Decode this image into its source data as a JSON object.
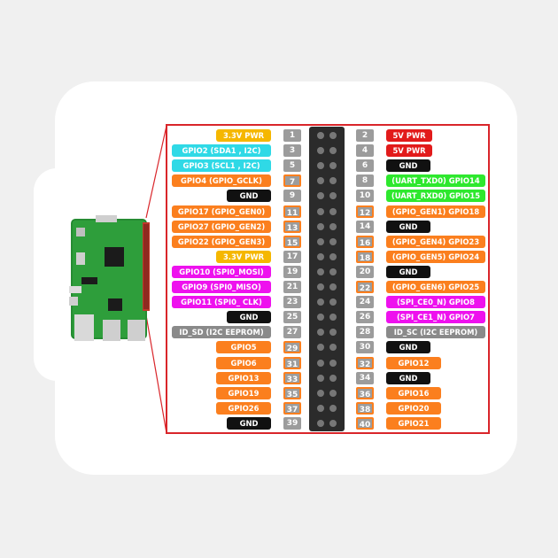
{
  "colors": {
    "power_3v3": "#f5b700",
    "power_5v": "#e21b1b",
    "ground": "#111111",
    "i2c": "#2fd9e6",
    "uart": "#2ee82e",
    "spi": "#ee11ee",
    "id_eeprom": "#8a8a8a",
    "gpio": "#fb7f1e",
    "pin_number_fill": "#9c9c9c",
    "pin_number_highlight": "#fb7f1e",
    "panel_border": "#d9252a"
  },
  "header": {
    "pins": [
      {
        "pin": "1",
        "label": "3.3V PWR",
        "type": "power_3v3",
        "highlight": false
      },
      {
        "pin": "2",
        "label": "5V PWR",
        "type": "power_5v",
        "highlight": false
      },
      {
        "pin": "3",
        "label": "GPIO2 (SDA1 , I2C)",
        "type": "i2c",
        "highlight": false
      },
      {
        "pin": "4",
        "label": "5V PWR",
        "type": "power_5v",
        "highlight": false
      },
      {
        "pin": "5",
        "label": "GPIO3 (SCL1 , I2C)",
        "type": "i2c",
        "highlight": false
      },
      {
        "pin": "6",
        "label": "GND",
        "type": "ground",
        "highlight": false
      },
      {
        "pin": "7",
        "label": "GPIO4 (GPIO_GCLK)",
        "type": "gpio",
        "highlight": true
      },
      {
        "pin": "8",
        "label": "(UART_TXD0) GPIO14",
        "type": "uart",
        "highlight": false
      },
      {
        "pin": "9",
        "label": "GND",
        "type": "ground",
        "highlight": false
      },
      {
        "pin": "10",
        "label": "(UART_RXD0) GPIO15",
        "type": "uart",
        "highlight": false
      },
      {
        "pin": "11",
        "label": "GPIO17 (GPIO_GEN0)",
        "type": "gpio",
        "highlight": true
      },
      {
        "pin": "12",
        "label": "(GPIO_GEN1) GPIO18",
        "type": "gpio",
        "highlight": true
      },
      {
        "pin": "13",
        "label": "GPIO27 (GPIO_GEN2)",
        "type": "gpio",
        "highlight": true
      },
      {
        "pin": "14",
        "label": "GND",
        "type": "ground",
        "highlight": false
      },
      {
        "pin": "15",
        "label": "GPIO22 (GPIO_GEN3)",
        "type": "gpio",
        "highlight": true
      },
      {
        "pin": "16",
        "label": "(GPIO_GEN4) GPIO23",
        "type": "gpio",
        "highlight": true
      },
      {
        "pin": "17",
        "label": "3.3V PWR",
        "type": "power_3v3",
        "highlight": false
      },
      {
        "pin": "18",
        "label": "(GPIO_GEN5) GPIO24",
        "type": "gpio",
        "highlight": true
      },
      {
        "pin": "19",
        "label": "GPIO10 (SPI0_MOSI)",
        "type": "spi",
        "highlight": false
      },
      {
        "pin": "20",
        "label": "GND",
        "type": "ground",
        "highlight": false
      },
      {
        "pin": "21",
        "label": "GPIO9 (SPI0_MISO)",
        "type": "spi",
        "highlight": false
      },
      {
        "pin": "22",
        "label": "(GPIO_GEN6) GPIO25",
        "type": "gpio",
        "highlight": true
      },
      {
        "pin": "23",
        "label": "GPIO11 (SPI0_ CLK)",
        "type": "spi",
        "highlight": false
      },
      {
        "pin": "24",
        "label": "(SPI_CE0_N) GPIO8",
        "type": "spi",
        "highlight": false
      },
      {
        "pin": "25",
        "label": "GND",
        "type": "ground",
        "highlight": false
      },
      {
        "pin": "26",
        "label": "(SPI_CE1_N) GPIO7",
        "type": "spi",
        "highlight": false
      },
      {
        "pin": "27",
        "label": "ID_SD (I2C EEPROM)",
        "type": "id_eeprom",
        "highlight": false
      },
      {
        "pin": "28",
        "label": "ID_SC (I2C EEPROM)",
        "type": "id_eeprom",
        "highlight": false
      },
      {
        "pin": "29",
        "label": "GPIO5",
        "type": "gpio",
        "highlight": true
      },
      {
        "pin": "30",
        "label": "GND",
        "type": "ground",
        "highlight": false
      },
      {
        "pin": "31",
        "label": "GPIO6",
        "type": "gpio",
        "highlight": true
      },
      {
        "pin": "32",
        "label": "GPIO12",
        "type": "gpio",
        "highlight": true
      },
      {
        "pin": "33",
        "label": "GPIO13",
        "type": "gpio",
        "highlight": true
      },
      {
        "pin": "34",
        "label": "GND",
        "type": "ground",
        "highlight": false
      },
      {
        "pin": "35",
        "label": "GPIO19",
        "type": "gpio",
        "highlight": true
      },
      {
        "pin": "36",
        "label": "GPIO16",
        "type": "gpio",
        "highlight": true
      },
      {
        "pin": "37",
        "label": "GPIO26",
        "type": "gpio",
        "highlight": true
      },
      {
        "pin": "38",
        "label": "GPIO20",
        "type": "gpio",
        "highlight": true
      },
      {
        "pin": "39",
        "label": "GND",
        "type": "ground",
        "highlight": false
      },
      {
        "pin": "40",
        "label": "GPIO21",
        "type": "gpio",
        "highlight": true
      }
    ]
  }
}
